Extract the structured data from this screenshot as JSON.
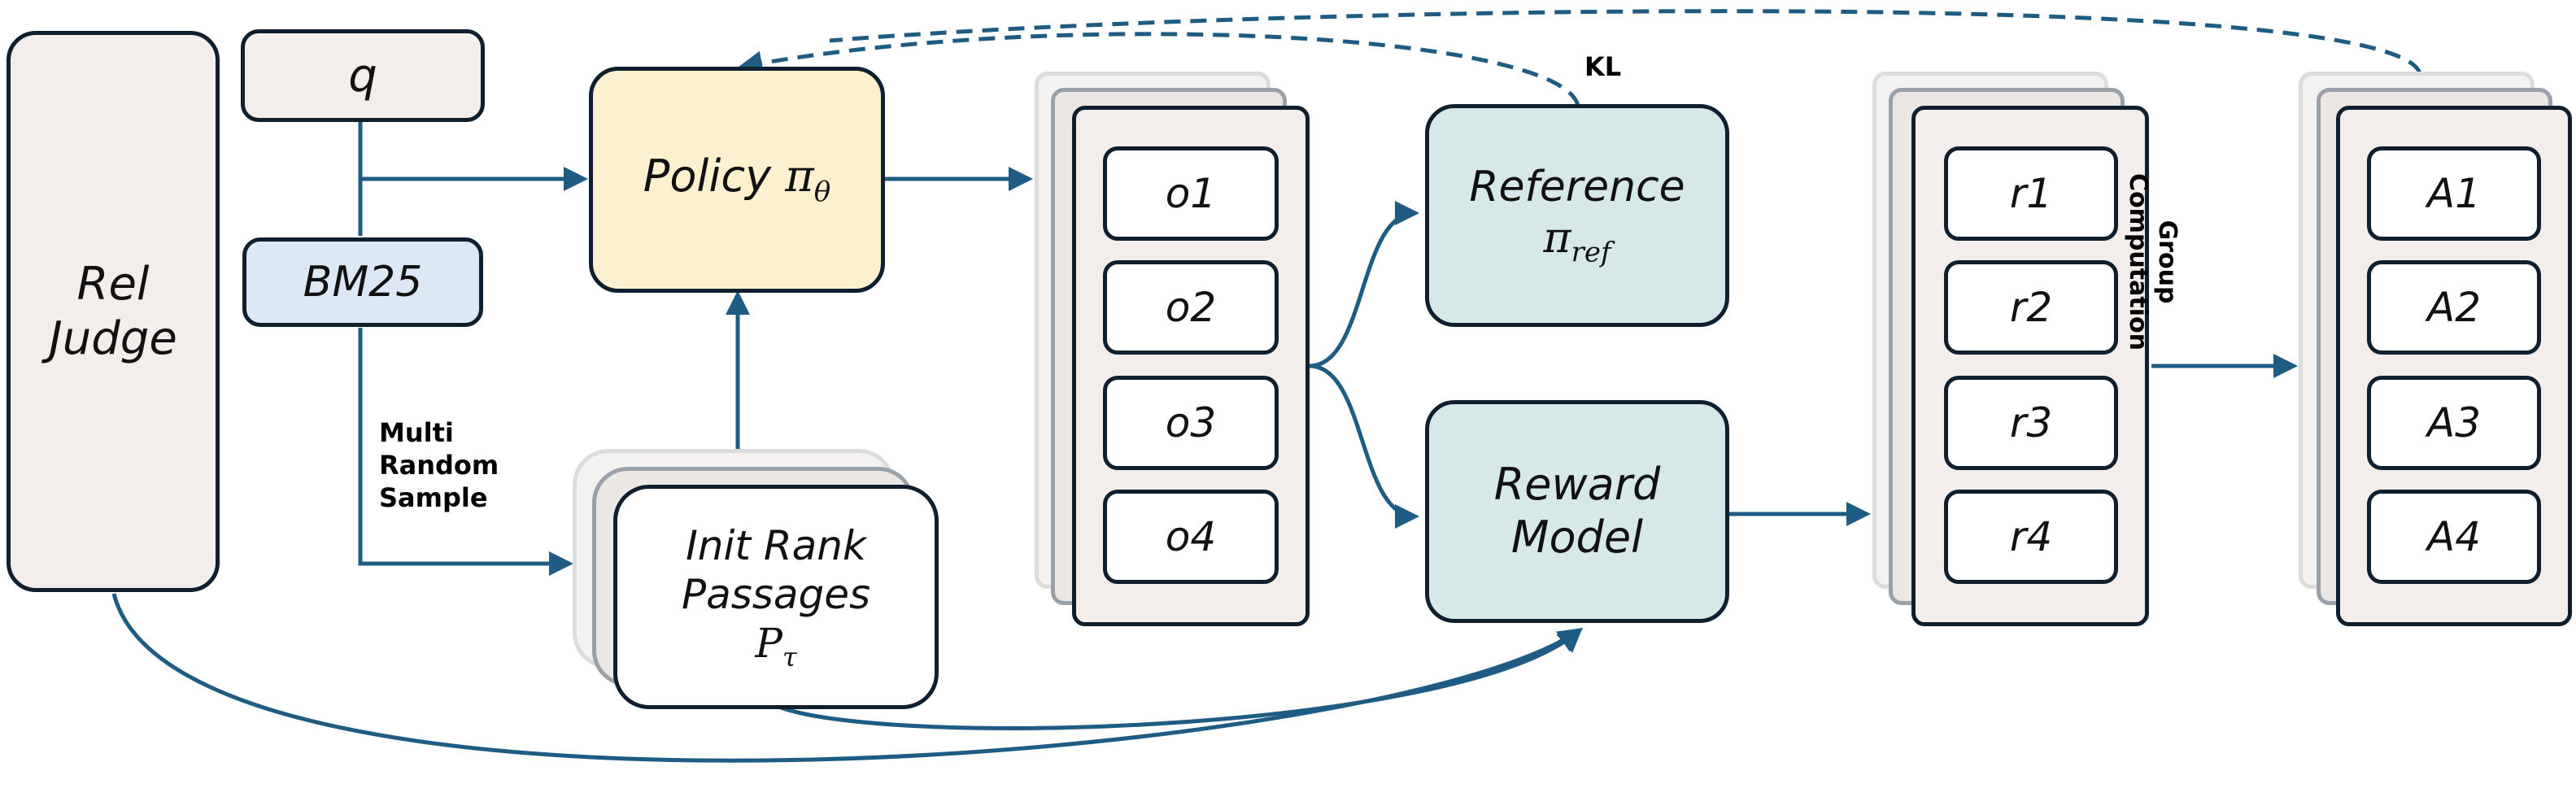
{
  "nodes": {
    "rel_judge": [
      "Rel",
      "Judge"
    ],
    "q": "q",
    "bm25": "BM25",
    "policy": {
      "text": "Policy ",
      "symbol": "π",
      "subscript": "θ"
    },
    "init_rank": [
      "Init Rank",
      "Passages"
    ],
    "init_rank_symbol": {
      "symbol": "P",
      "subscript": "τ"
    },
    "reference": {
      "text": "Reference",
      "symbol": "π",
      "subscript": "ref"
    },
    "reward_model": [
      "Reward",
      "Model"
    ]
  },
  "outputs": [
    "o1",
    "o2",
    "o3",
    "o4"
  ],
  "rewards": [
    "r1",
    "r2",
    "r3",
    "r4"
  ],
  "advantages": [
    "A1",
    "A2",
    "A3",
    "A4"
  ],
  "labels": {
    "kl": "KL",
    "multi_random_sample": [
      "Multi",
      "Random",
      "Sample"
    ],
    "group_computation": [
      "Group",
      "Computation"
    ]
  },
  "colors": {
    "arrow": "#1f5c84",
    "policy_fill": "#fcf0cf",
    "bm25_fill": "#dce8f5",
    "teal_fill": "#d6e9e8",
    "stone_fill": "#f3eeec"
  }
}
